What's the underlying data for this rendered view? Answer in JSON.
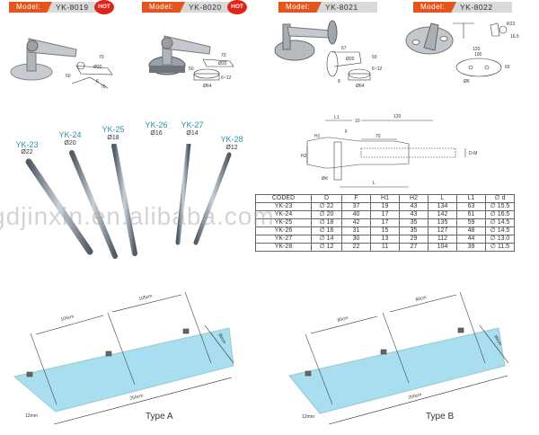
{
  "models": [
    {
      "tag": "Model:",
      "code": "YK-8019",
      "hot": "HOT",
      "dims": [
        "70",
        "Ø20",
        "50",
        "6",
        "70"
      ]
    },
    {
      "tag": "Model:",
      "code": "YK-8020",
      "hot": "HOT",
      "dims": [
        "70",
        "Ø20",
        "50",
        "6~12",
        "Ø64"
      ]
    },
    {
      "tag": "Model:",
      "code": "YK-8021",
      "hot": null,
      "dims": [
        "67",
        "Ø20",
        "50",
        "6~12",
        "Ø64",
        "8"
      ]
    },
    {
      "tag": "Model:",
      "code": "YK-8022",
      "hot": null,
      "dims": [
        "R23",
        "16.5",
        "120",
        "100",
        "60",
        "Ø6"
      ]
    }
  ],
  "rods": [
    {
      "code": "YK-23",
      "diameter": "Ø22"
    },
    {
      "code": "YK-24",
      "diameter": "Ø20"
    },
    {
      "code": "YK-25",
      "diameter": "Ø18"
    },
    {
      "code": "YK-26",
      "diameter": "Ø16"
    },
    {
      "code": "YK-27",
      "diameter": "Ø14"
    },
    {
      "code": "YK-28",
      "diameter": "Ø12"
    }
  ],
  "rod_drawing": {
    "labels": [
      "L1",
      "10",
      "120",
      "F",
      "70",
      "H1",
      "H2",
      "Ød",
      "L",
      "D-M"
    ]
  },
  "spec_table": {
    "headers": [
      "CODED",
      "D",
      "F",
      "H1",
      "H2",
      "L",
      "L1",
      "∅ d"
    ],
    "rows": [
      [
        "YK-23",
        "∅ 22",
        "37",
        "19",
        "43",
        "134",
        "63",
        "∅ 15.5"
      ],
      [
        "YK-24",
        "∅ 20",
        "40",
        "17",
        "43",
        "142",
        "61",
        "∅ 16.5"
      ],
      [
        "YK-25",
        "∅ 18",
        "42",
        "17",
        "35",
        "135",
        "59",
        "∅ 14.5"
      ],
      [
        "YK-26",
        "∅ 16",
        "31",
        "15",
        "35",
        "127",
        "48",
        "∅ 14.5"
      ],
      [
        "YK-27",
        "∅ 14",
        "30",
        "13",
        "29",
        "112",
        "44",
        "∅ 13.0"
      ],
      [
        "YK-28",
        "∅ 12",
        "22",
        "11",
        "27",
        "104",
        "39",
        "∅ 11.5"
      ]
    ]
  },
  "watermark": "gdjinxin.en.alibaba.com",
  "canopies": [
    {
      "type": "Type A",
      "span1": "105cm",
      "span2": "105cm",
      "depth": "90cm",
      "length": "250cm",
      "thickness": "12mm"
    },
    {
      "type": "Type B",
      "span1": "80cm",
      "span2": "80cm",
      "depth": "90cm",
      "length": "200cm",
      "thickness": "12mm"
    }
  ],
  "colors": {
    "model_tag": "#e2561e",
    "hot": "#e2231a",
    "rod_label": "#2f8fb0",
    "glass": "#a8def0"
  }
}
